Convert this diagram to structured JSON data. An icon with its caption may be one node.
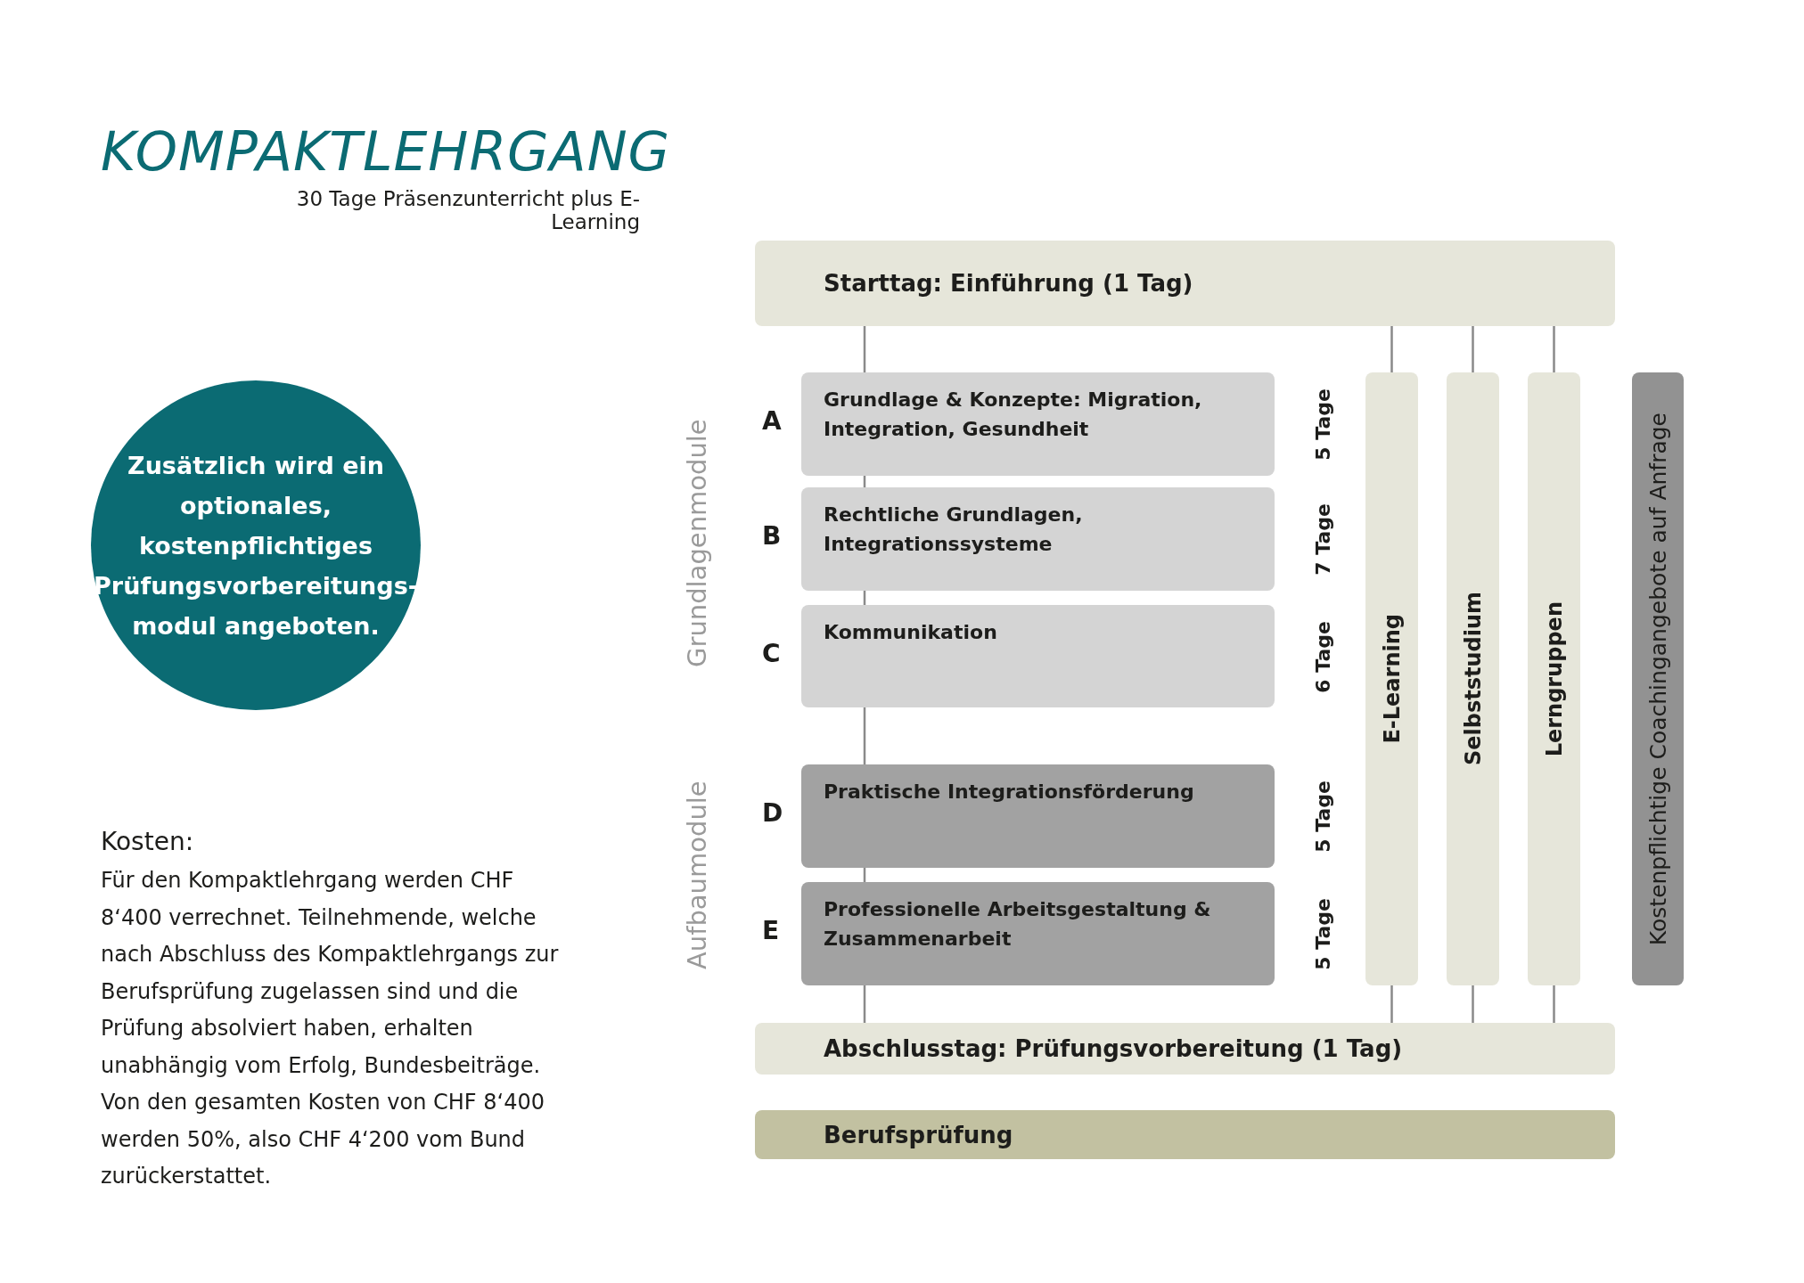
{
  "diagram": {
    "title": "KOMPAKTLEHRGANG",
    "nodes": [
      {
        "text": [
          "Starttag: Einführung (1 Tag)"
        ]
      },
      {
        "text": [
          "Grundlage & Konzepte: Migration, Integration, Gesundheit"
        ],
        "beside": [
          "A",
          "5 Tage"
        ]
      },
      {
        "text": [
          "Rechtliche Grundlagen, Integrationssysteme"
        ],
        "beside": [
          "B",
          "7 Tage"
        ]
      },
      {
        "text": [
          "Kommunikation"
        ],
        "beside": [
          "C",
          "6 Tage"
        ]
      },
      {
        "text": [
          "Praktische Integrationsförderung"
        ],
        "beside": [
          "D",
          "5 Tage"
        ]
      },
      {
        "text": [
          "Professionelle Arbeitsgestaltung & Zusammenarbeit"
        ],
        "beside": [
          "E",
          "5 Tage"
        ]
      },
      {
        "text": [
          "E-Learning"
        ]
      },
      {
        "text": [
          "Selbststudium"
        ]
      },
      {
        "text": [
          "Lerngruppen"
        ]
      },
      {
        "text": [
          "Kostenpflichtige Coachingangebote auf Anfrage"
        ]
      },
      {
        "text": [
          "Abschlusstag: Prüfungsvorbereitung (1 Tag)"
        ]
      },
      {
        "text": [
          "Berufsprüfung"
        ]
      },
      {
        "text": [
          "Zusätzlich wird ein optionales, kostenpflichtiges Prüfungsvorbereitungs-modul angeboten."
        ]
      }
    ],
    "edges": [
      {
        "from": 0,
        "to": 1,
        "arrow": "none"
      },
      {
        "from": 1,
        "to": 2,
        "arrow": "none"
      },
      {
        "from": 2,
        "to": 3,
        "arrow": "none"
      },
      {
        "from": 3,
        "to": 4,
        "arrow": "none"
      },
      {
        "from": 4,
        "to": 5,
        "arrow": "none"
      },
      {
        "from": 5,
        "to": 10,
        "arrow": "none"
      },
      {
        "from": 0,
        "to": 6,
        "arrow": "none"
      },
      {
        "from": 0,
        "to": 7,
        "arrow": "none"
      },
      {
        "from": 0,
        "to": 8,
        "arrow": "none"
      },
      {
        "from": 6,
        "to": 10,
        "arrow": "none"
      },
      {
        "from": 7,
        "to": 10,
        "arrow": "none"
      },
      {
        "from": 8,
        "to": 10,
        "arrow": "none"
      }
    ],
    "labels": [
      "30 Tage Präsenzunterricht plus E-Learning",
      "Grundlagenmodule",
      "Aufbaumodule",
      "Kosten:",
      "Für den Kompaktlehrgang werden CHF 8‘400 verrechnet. Teilnehmende, welche nach Abschluss des Kompaktlehrgangs zur Berufsprüfung zugelassen sind und die Prüfung absolviert haben, erhalten unabhängig vom Erfolg, Bundesbeiträge. Von den gesamten Kosten von CHF 8‘400 werden 50%, also CHF 4‘200 vom Bund zurückerstattet."
    ]
  }
}
